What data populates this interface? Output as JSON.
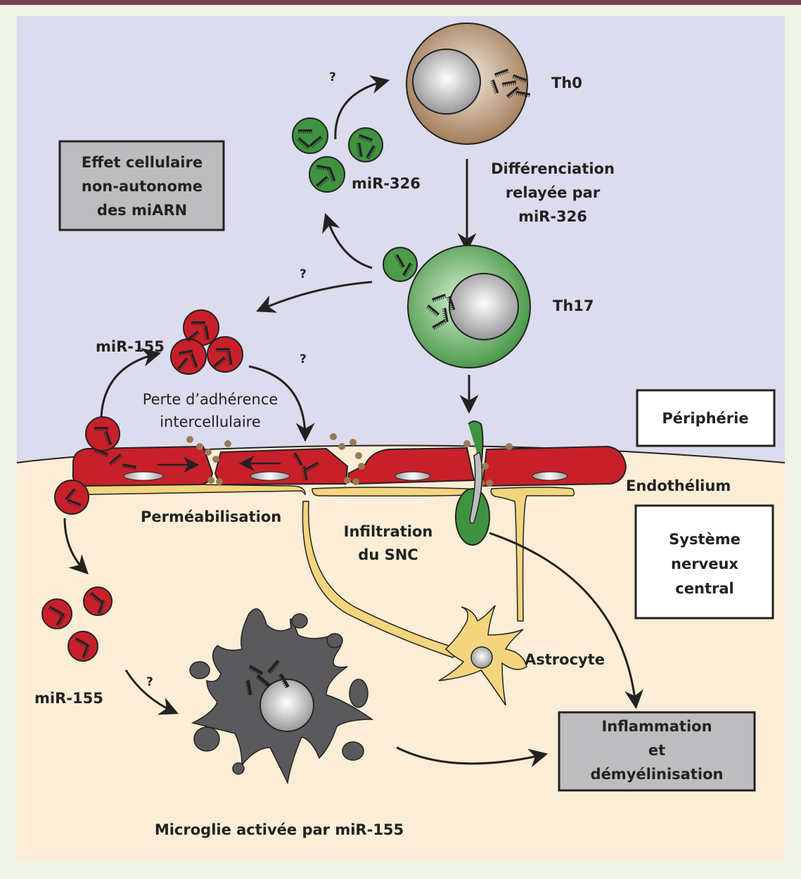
{
  "colors": {
    "periphery_bg": "#dcdcee",
    "cns_bg": "#fbedd6",
    "frame_bg": "#f0f5e8",
    "top_bar": "#7a4352",
    "endothelium_red": "#c8202a",
    "mirna_green": "#3f9340",
    "th0_brown": "#a47c55",
    "astrocyte_yellow": "#f3d57e",
    "microglia_gray": "#5a5a5c",
    "box_gray": "#bdbdbf"
  },
  "boxes": {
    "effet": [
      "Effet cellulaire",
      "non-autonome",
      "des miARN"
    ],
    "peripherie": "Périphérie",
    "snc": [
      "Système",
      "nerveux",
      "central"
    ],
    "inflammation": [
      "Inflammation",
      "et",
      "démyélinisation"
    ]
  },
  "cells": {
    "th0": "Th0",
    "th17": "Th17",
    "astrocyte": "Astrocyte",
    "microglia": "Microglie activée par miR-155"
  },
  "labels": {
    "mir326": "miR-326",
    "mir155_top": "miR-155",
    "mir155_bottom": "miR-155",
    "differenciation": [
      "Différenciation",
      "relayée par",
      "miR-326"
    ],
    "perte": [
      "Perte d’adhérence",
      "intercellulaire"
    ],
    "endothelium": "Endothélium",
    "permeabilisation": "Perméabilisation",
    "infiltration": [
      "Infiltration",
      "du SNC"
    ],
    "question": "?"
  }
}
